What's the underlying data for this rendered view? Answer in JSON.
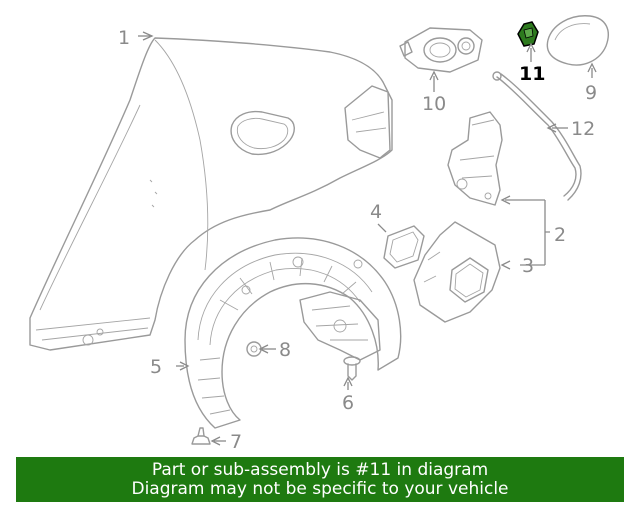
{
  "callouts": {
    "c1": "1",
    "c2": "2",
    "c3": "3",
    "c4": "4",
    "c5": "5",
    "c6": "6",
    "c7": "7",
    "c8": "8",
    "c9": "9",
    "c10": "10",
    "c11": "11",
    "c12": "12"
  },
  "banner": {
    "line1": "Part or sub-assembly is #11 in diagram",
    "line2": "Diagram may not be specific to your vehicle"
  },
  "colors": {
    "banner_bg": "#1e7a10",
    "highlight_part": "#2d7a1e",
    "line_art": "#9a9a9a"
  }
}
